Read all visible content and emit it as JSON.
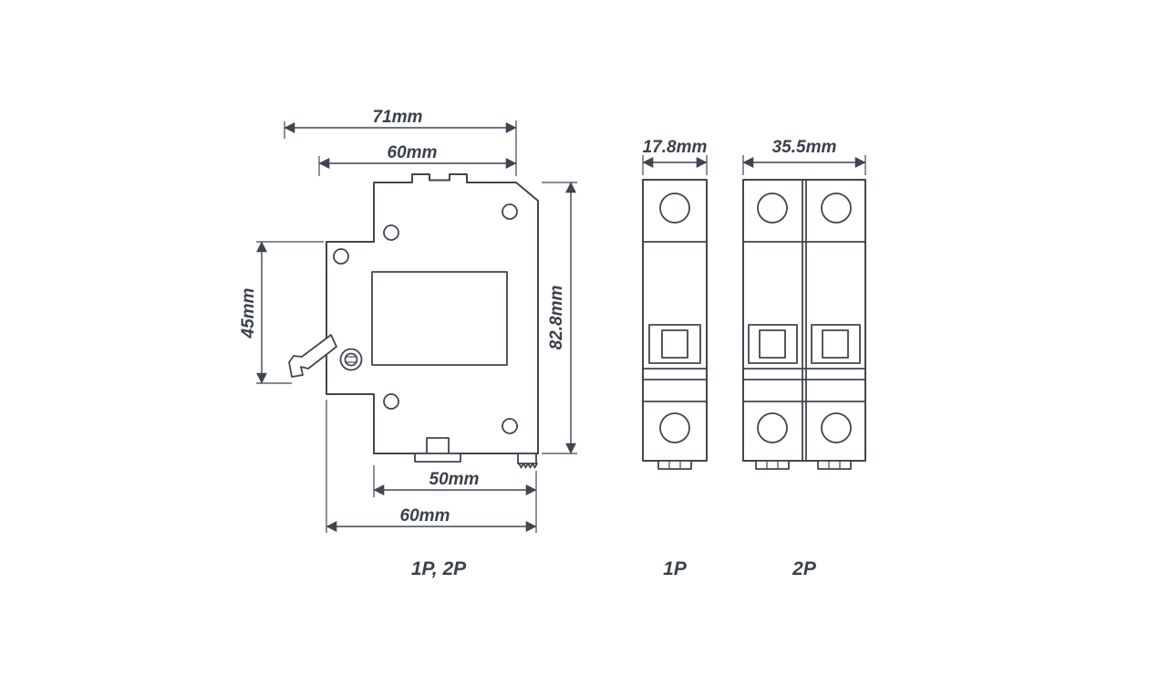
{
  "colors": {
    "line": "#3f4650",
    "text": "#3a414b",
    "background": "#ffffff"
  },
  "side_view": {
    "caption": "1P, 2P",
    "dimensions": {
      "top_outer": "71mm",
      "top_inner": "60mm",
      "left_height": "45mm",
      "right_height": "82.8mm",
      "bottom_inner": "50mm",
      "bottom_outer": "60mm"
    }
  },
  "front_view_1p": {
    "caption": "1P",
    "dimensions": {
      "width": "17.8mm"
    }
  },
  "front_view_2p": {
    "caption": "2P",
    "dimensions": {
      "width": "35.5mm"
    }
  }
}
